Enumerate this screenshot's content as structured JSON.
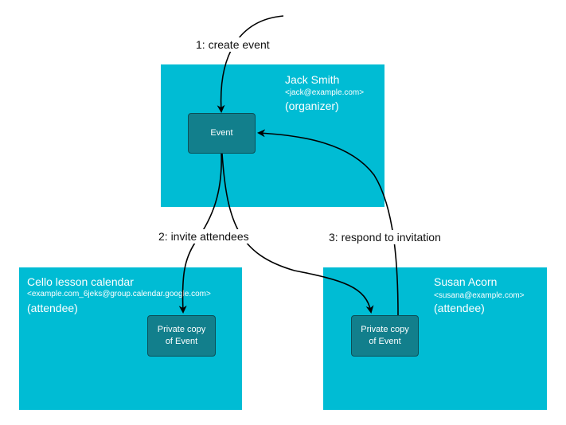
{
  "organizer": {
    "name": "Jack Smith",
    "email": "<jack@example.com>",
    "role": "(organizer)",
    "node_label": "Event"
  },
  "attendee_cello": {
    "name": "Cello lesson calendar",
    "email": "<example.com_6jeks@group.calendar.google.com>",
    "role": "(attendee)",
    "node_label_line1": "Private copy",
    "node_label_line2": "of Event"
  },
  "attendee_susan": {
    "name": "Susan Acorn",
    "email": "<susana@example.com>",
    "role": "(attendee)",
    "node_label_line1": "Private copy",
    "node_label_line2": "of Event"
  },
  "steps": {
    "create": "1: create event",
    "invite": "2: invite attendees",
    "respond": "3: respond to invitation"
  },
  "colors": {
    "panel": "#00bcd4",
    "node": "#127f8c",
    "arrow": "#000000"
  }
}
